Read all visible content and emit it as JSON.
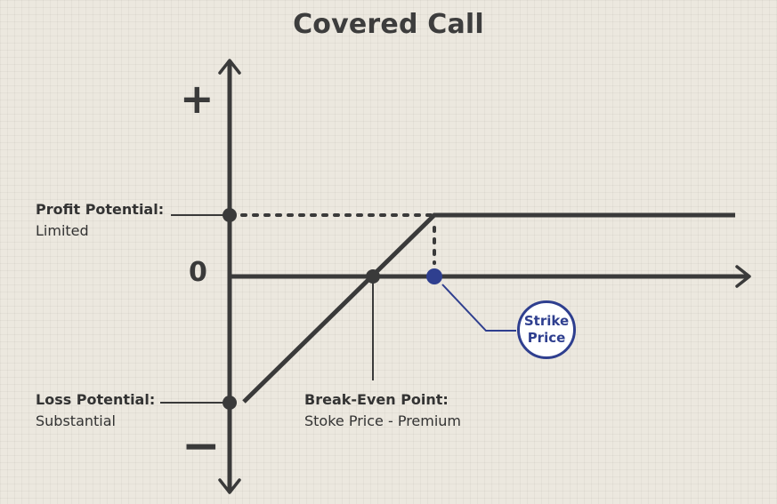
{
  "title": "Covered Call",
  "axis": {
    "plus_sign": "+",
    "minus_sign": "−",
    "zero_label": "0"
  },
  "labels": {
    "profit_title": "Profit Potential:",
    "profit_value": "Limited",
    "loss_title": "Loss Potential:",
    "loss_value": "Substantial",
    "breakeven_title": "Break-Even Point:",
    "breakeven_value": "Stoke Price - Premium",
    "strike_line1": "Strike",
    "strike_line2": "Price"
  },
  "colors": {
    "background": "#ece8df",
    "line": "#3a3a3a",
    "accent": "#2f3f8f"
  }
}
